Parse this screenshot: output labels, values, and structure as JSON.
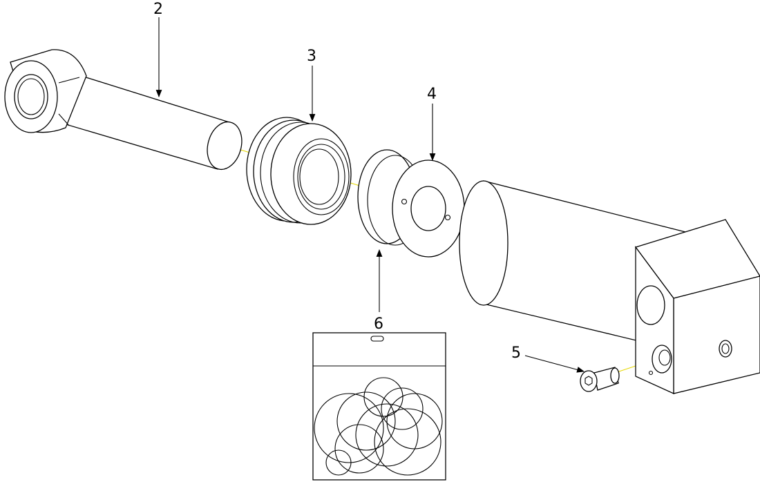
{
  "diagram": {
    "callouts": [
      {
        "id": "2",
        "text": "2"
      },
      {
        "id": "3",
        "text": "3"
      },
      {
        "id": "4",
        "text": "4"
      },
      {
        "id": "5",
        "text": "5"
      },
      {
        "id": "6",
        "text": "6"
      }
    ],
    "colors": {
      "line": "#000000",
      "axis": "#e6d800",
      "background": "#ffffff"
    }
  }
}
